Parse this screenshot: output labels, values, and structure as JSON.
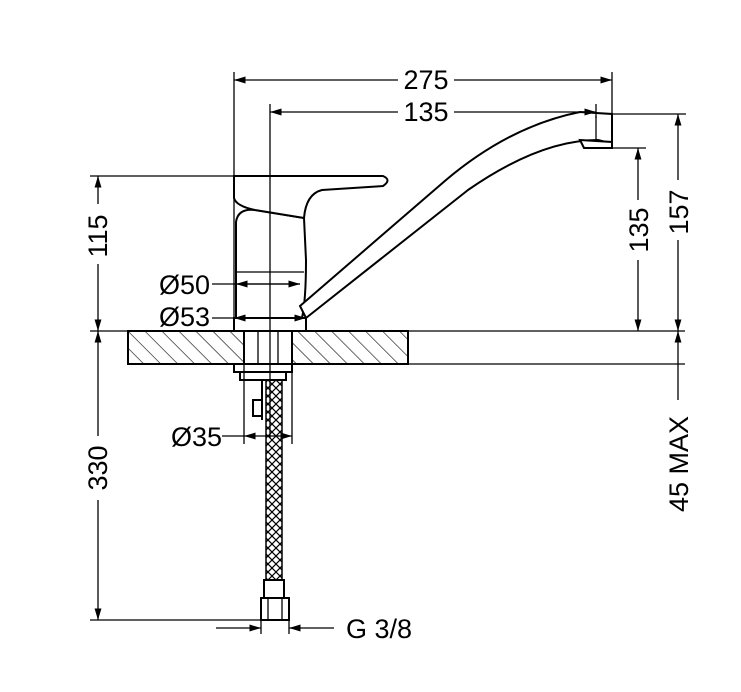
{
  "dimensions": {
    "overall_length": "275",
    "spout_reach": "135",
    "body_height": "115",
    "outlet_height": "135",
    "total_height": "157",
    "diameter_50": "Ø50",
    "diameter_53": "Ø53",
    "diameter_35": "Ø35",
    "hose_length": "330",
    "max_counter_thickness": "45 MAX",
    "connection_thread": "G 3/8"
  }
}
